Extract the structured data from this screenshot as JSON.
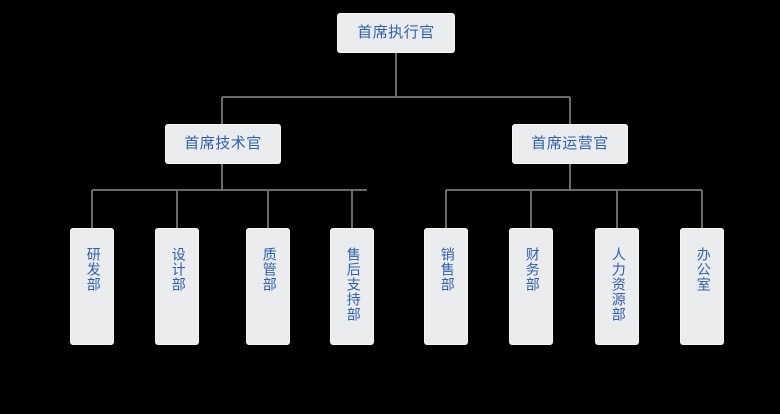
{
  "chart": {
    "type": "org-chart",
    "background_color": "#000000",
    "node_fill_color": "#ebecee",
    "node_border_color": "#f4f5f6",
    "node_text_color": "#2f5fb5",
    "connector_color": "#6b6b6b",
    "root": {
      "label": "首席执行官",
      "children": [
        {
          "label": "首席技术官",
          "children": [
            {
              "label": "研发部"
            },
            {
              "label": "设计部"
            },
            {
              "label": "质管部"
            },
            {
              "label": "售后支持部"
            }
          ]
        },
        {
          "label": "首席运营官",
          "children": [
            {
              "label": "销售部"
            },
            {
              "label": "财务部"
            },
            {
              "label": "人力资源部"
            },
            {
              "label": "办公室"
            }
          ]
        }
      ]
    },
    "nodes": {
      "ceo": "首席执行官",
      "cto": "首席技术官",
      "coo": "首席运营官",
      "rd": "研发部",
      "design": "设计部",
      "quality": "质管部",
      "aftersales": "售后支持部",
      "sales": "销售部",
      "finance": "财务部",
      "hr": "人力资源部",
      "office": "办公室"
    }
  }
}
